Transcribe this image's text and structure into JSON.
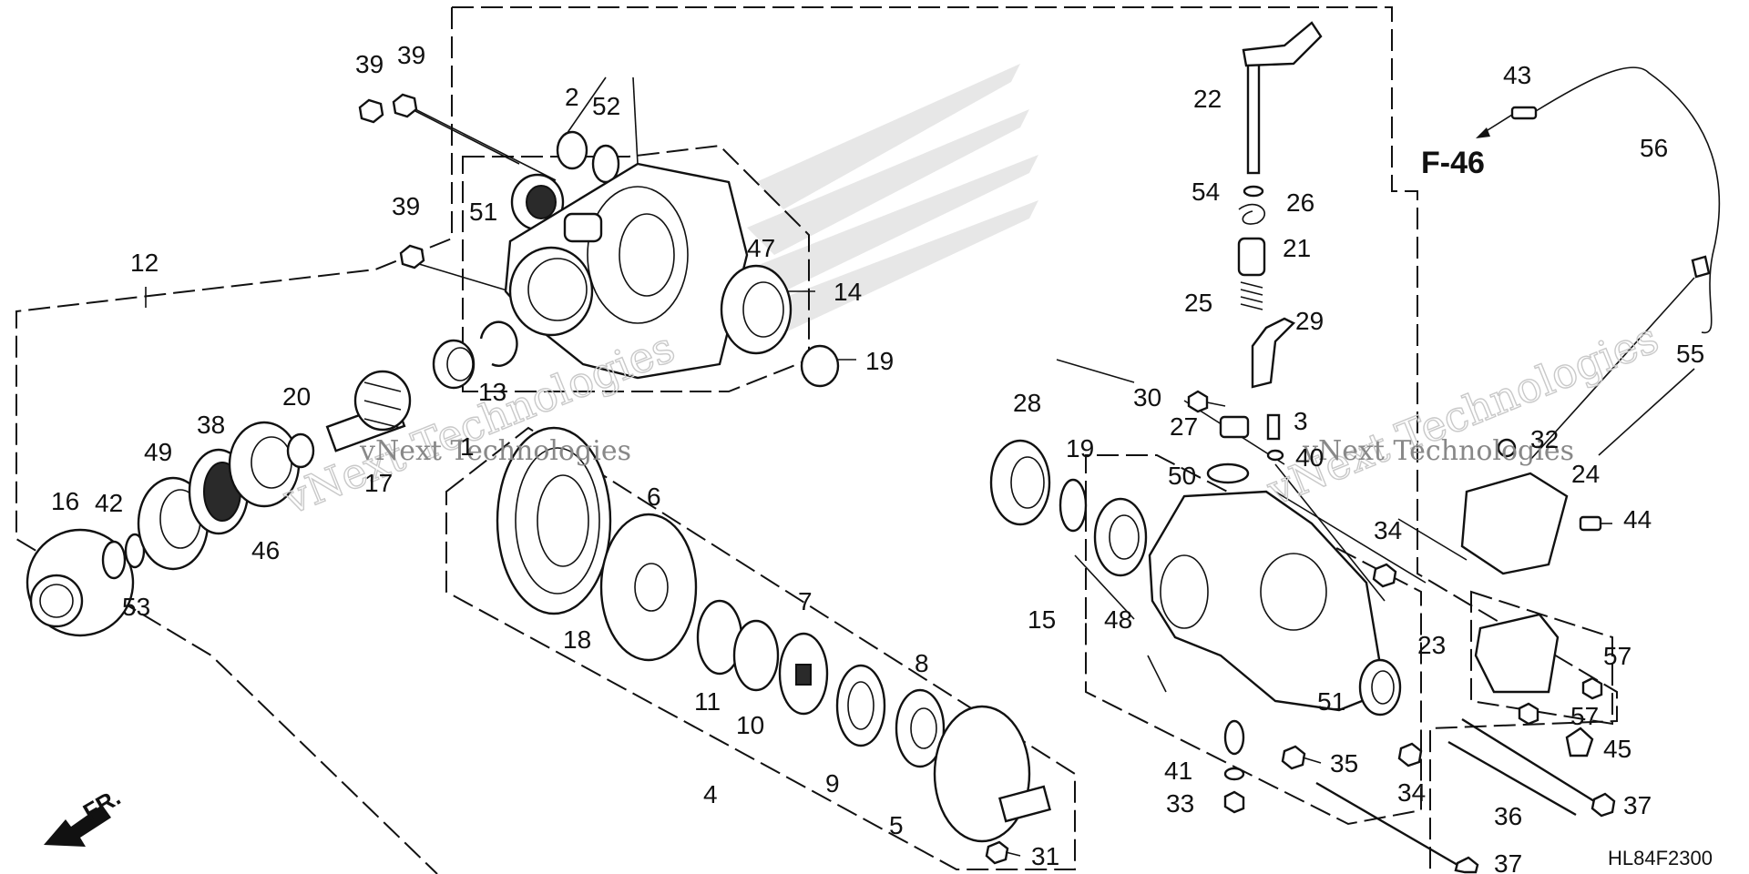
{
  "diagram": {
    "figure_code": "HL84F2300",
    "reference": "F-46",
    "front_label": "FR.",
    "watermarks": [
      "vNext Technologies",
      "vNext Technologies",
      "vNext Technologies",
      "vNext Technologies"
    ],
    "callouts": [
      "1",
      "2",
      "3",
      "4",
      "5",
      "6",
      "7",
      "8",
      "9",
      "10",
      "11",
      "12",
      "13",
      "14",
      "15",
      "16",
      "17",
      "18",
      "19",
      "19",
      "20",
      "21",
      "22",
      "23",
      "24",
      "25",
      "26",
      "27",
      "28",
      "29",
      "30",
      "31",
      "32",
      "33",
      "34",
      "34",
      "35",
      "36",
      "37",
      "37",
      "37",
      "38",
      "39",
      "39",
      "39",
      "40",
      "41",
      "42",
      "43",
      "44",
      "45",
      "46",
      "47",
      "48",
      "49",
      "50",
      "51",
      "51",
      "52",
      "53",
      "54",
      "55",
      "56",
      "57",
      "57"
    ]
  }
}
